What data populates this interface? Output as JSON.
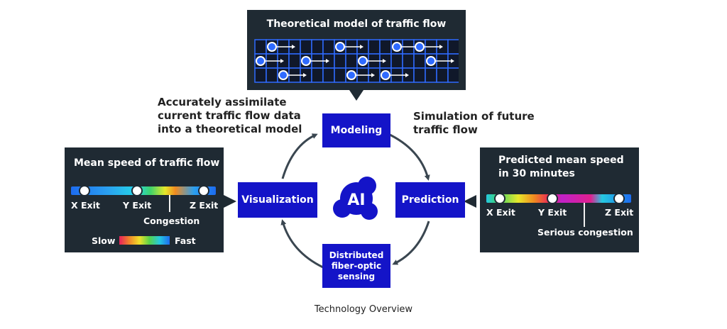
{
  "top_panel": {
    "title": "Theoretical model of traffic flow"
  },
  "center": {
    "ai_label": "AI"
  },
  "nodes": {
    "modeling": "Modeling",
    "prediction": "Prediction",
    "visualization": "Visualization",
    "sensing": [
      "Distributed",
      "fiber-optic",
      "sensing"
    ]
  },
  "captions": {
    "assimilate": [
      "Accurately assimilate",
      "current traffic flow data",
      "into a theoretical model"
    ],
    "simulation": [
      "Simulation of future",
      "traffic flow"
    ]
  },
  "left_panel": {
    "title": "Mean speed of traffic flow",
    "exits": [
      "X Exit",
      "Y Exit",
      "Z Exit"
    ],
    "congestion_label": "Congestion",
    "legend_slow": "Slow",
    "legend_fast": "Fast"
  },
  "right_panel": {
    "title": [
      "Predicted mean speed",
      "in 30 minutes"
    ],
    "exits": [
      "X Exit",
      "Y Exit",
      "Z Exit"
    ],
    "congestion_label": "Serious congestion"
  },
  "footer": "Technology Overview",
  "colors": {
    "panel_bg": "#1f2a33",
    "node_blue": "#1414c8",
    "grid_blue": "#2f6bff",
    "arrow_gray": "#3a4650"
  }
}
